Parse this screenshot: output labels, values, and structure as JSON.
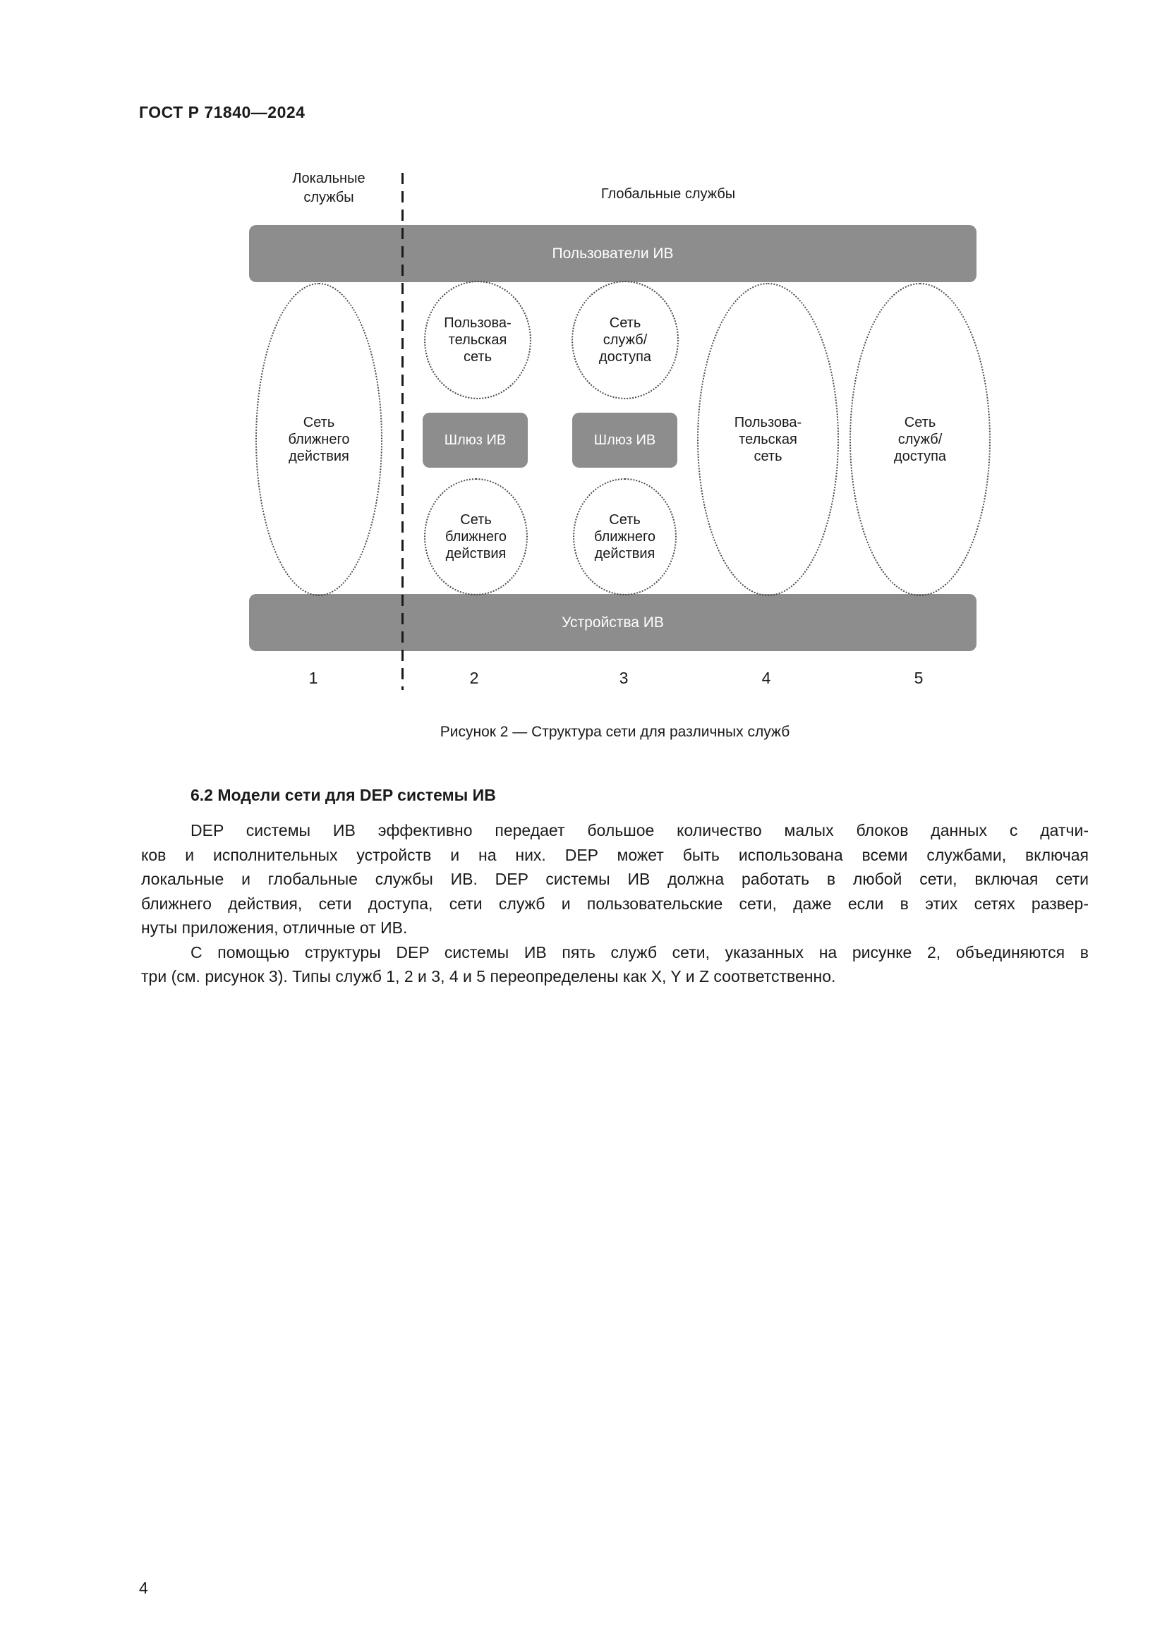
{
  "page": {
    "header": "ГОСТ Р 71840—2024",
    "number": "4"
  },
  "figure": {
    "zone_local": "Локальные\nслужбы",
    "zone_global": "Глобальные службы",
    "users_bar": "Пользователи ИВ",
    "devices_bar": "Устройства ИВ",
    "gateway": "Шлюз ИВ",
    "ellipses": {
      "col1": "Сеть\nближнего\nдействия",
      "col2_top": "Пользова-\nтельская\nсеть",
      "col2_bottom": "Сеть\nближнего\nдействия",
      "col3_top": "Сеть\nслужб/\nдоступа",
      "col3_bottom": "Сеть\nближнего\nдействия",
      "col4": "Пользова-\nтельская\nсеть",
      "col5": "Сеть\nслужб/\nдоступа"
    },
    "column_numbers": [
      "1",
      "2",
      "3",
      "4",
      "5"
    ],
    "caption": "Рисунок 2 — Структура сети для различных служб"
  },
  "section": {
    "heading": "6.2 Модели сети для DEP системы ИВ",
    "para1_lines": [
      "DEP системы ИВ эффективно передает большое количество малых блоков данных с датчи-",
      "ков и исполнительных устройств и на них. DEP может быть использована всеми службами, включая",
      "локальные и глобальные службы ИВ. DEP системы ИВ должна работать в любой сети, включая сети",
      "ближнего действия, сети доступа, сети служб и пользовательские сети, даже если в этих сетях развер-",
      "нуты приложения, отличные от ИВ."
    ],
    "para2_lines": [
      "С помощью структуры DEP системы ИВ пять служб сети, указанных на рисунке 2, объединяются в",
      "три (см. рисунок 3). Типы служб 1, 2 и 3, 4 и 5 переопределены как X, Y и Z соответственно."
    ]
  },
  "colors": {
    "bar_gray": "#8d8d8d",
    "ellipse_border": "#4a4a4a",
    "text": "#1a1a1a"
  }
}
